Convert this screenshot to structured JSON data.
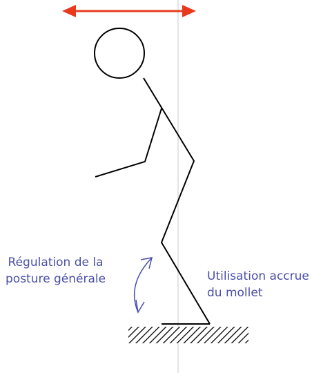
{
  "labels": {
    "posture_line1": "Régulation de la",
    "posture_line2": "posture générale",
    "calf_line1": "Utilisation accrue",
    "calf_line2": "du mollet"
  },
  "colors": {
    "sway_arrow": "#e8391d",
    "curved_arrow": "#4a4fa8",
    "label_text": "#4a4fa8",
    "stick_figure": "#000000",
    "vertical_line": "#c8c8c8"
  }
}
